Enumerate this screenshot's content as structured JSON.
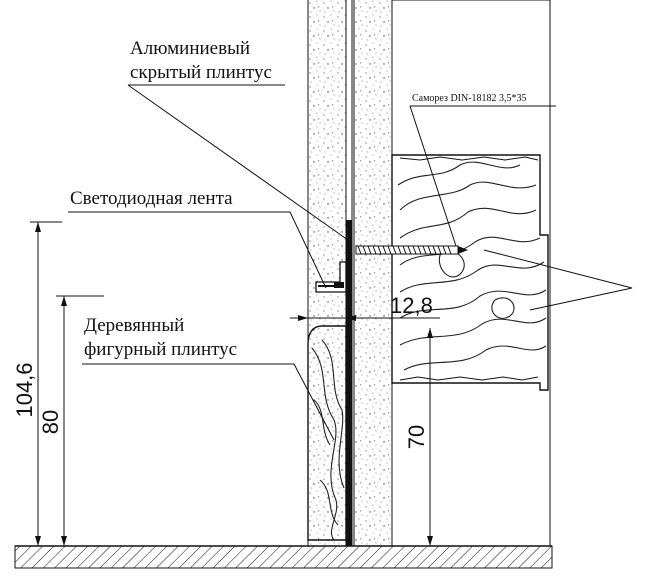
{
  "labels": {
    "aluminium_line1": "Алюминиевый",
    "aluminium_line2": "скрытый плинтус",
    "led_strip": "Светодиодная лента",
    "wood_line1": "Деревянный",
    "wood_line2": "фигурный плинтус",
    "screw": "Саморез DIN-18182 3,5*35"
  },
  "dimensions": {
    "total_height": "104,6",
    "wood_height": "80",
    "gap": "12,8",
    "beam_height": "70"
  }
}
